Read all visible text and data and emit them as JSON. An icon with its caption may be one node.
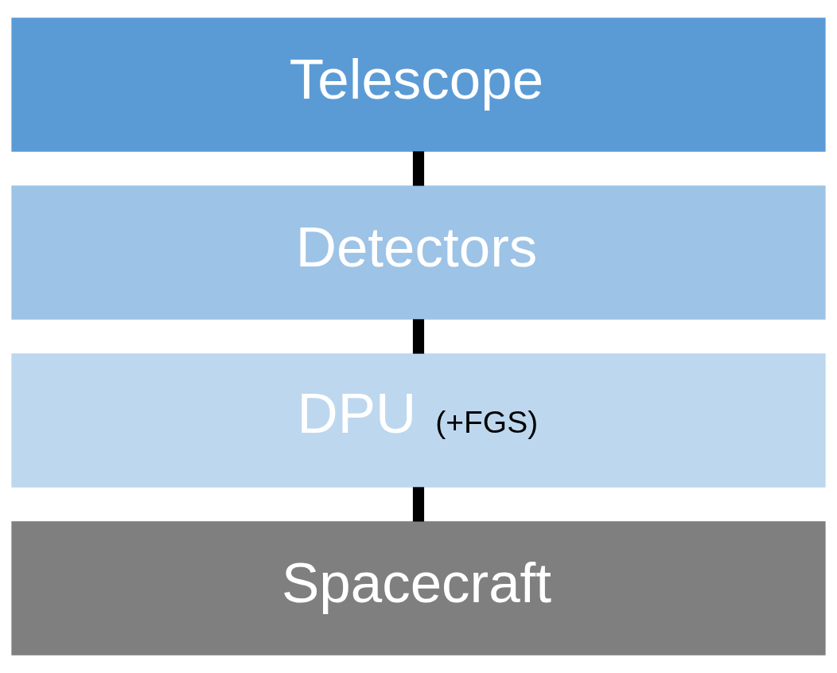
{
  "diagram": {
    "nodes": [
      {
        "text": [
          "Telescope"
        ]
      },
      {
        "text": [
          "Detectors"
        ]
      },
      {
        "text": [
          "DPU",
          "(+FGS)"
        ]
      },
      {
        "text": [
          "Spacecraft"
        ]
      }
    ],
    "edges": [
      {
        "from": 0,
        "to": 1,
        "arrow": "none"
      },
      {
        "from": 1,
        "to": 2,
        "arrow": "none"
      },
      {
        "from": 2,
        "to": 3,
        "arrow": "none"
      }
    ]
  }
}
